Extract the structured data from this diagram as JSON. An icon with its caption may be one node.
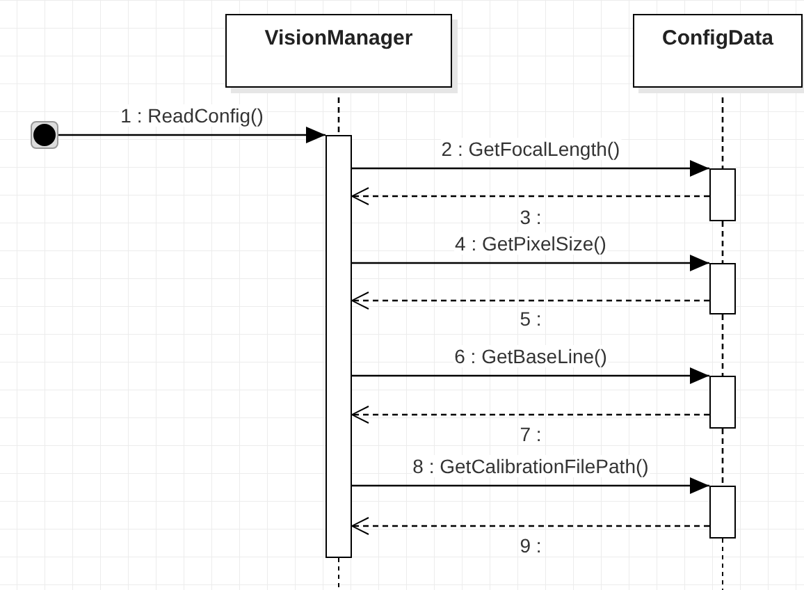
{
  "diagram": {
    "nodes": [
      {
        "text": [],
        "shape": "circle"
      },
      {
        "text": [
          "VisionManager"
        ]
      },
      {
        "text": [
          "ConfigData"
        ]
      },
      {
        "text": [],
        "shape": "bar"
      },
      {
        "text": [],
        "shape": "bar"
      },
      {
        "text": [],
        "shape": "bar"
      },
      {
        "text": [],
        "shape": "bar"
      },
      {
        "text": [],
        "shape": "bar"
      }
    ],
    "edges": [
      {
        "from": 0,
        "to": 3,
        "arrow": "to",
        "label": "1 : ReadConfig()"
      },
      {
        "from": 3,
        "to": 4,
        "arrow": "to",
        "label": "2 : GetFocalLength()"
      },
      {
        "from": 4,
        "to": 3,
        "arrow": "to",
        "label": "3 :",
        "style": "dashed"
      },
      {
        "from": 3,
        "to": 5,
        "arrow": "to",
        "label": "4 : GetPixelSize()"
      },
      {
        "from": 5,
        "to": 3,
        "arrow": "to",
        "label": "5 :",
        "style": "dashed"
      },
      {
        "from": 3,
        "to": 6,
        "arrow": "to",
        "label": "6 : GetBaseLine()"
      },
      {
        "from": 6,
        "to": 3,
        "arrow": "to",
        "label": "7 :",
        "style": "dashed"
      },
      {
        "from": 3,
        "to": 7,
        "arrow": "to",
        "label": "8 : GetCalibrationFilePath()"
      },
      {
        "from": 7,
        "to": 3,
        "arrow": "to",
        "label": "9 :",
        "style": "dashed"
      },
      {
        "from": 1,
        "to": 3,
        "arrow": "none",
        "style": "dashed"
      },
      {
        "from": 2,
        "to": 4,
        "arrow": "none",
        "style": "dashed"
      },
      {
        "from": 4,
        "to": 5,
        "arrow": "none",
        "style": "dashed"
      },
      {
        "from": 5,
        "to": 6,
        "arrow": "none",
        "style": "dashed"
      },
      {
        "from": 6,
        "to": 7,
        "arrow": "none",
        "style": "dashed"
      }
    ]
  }
}
